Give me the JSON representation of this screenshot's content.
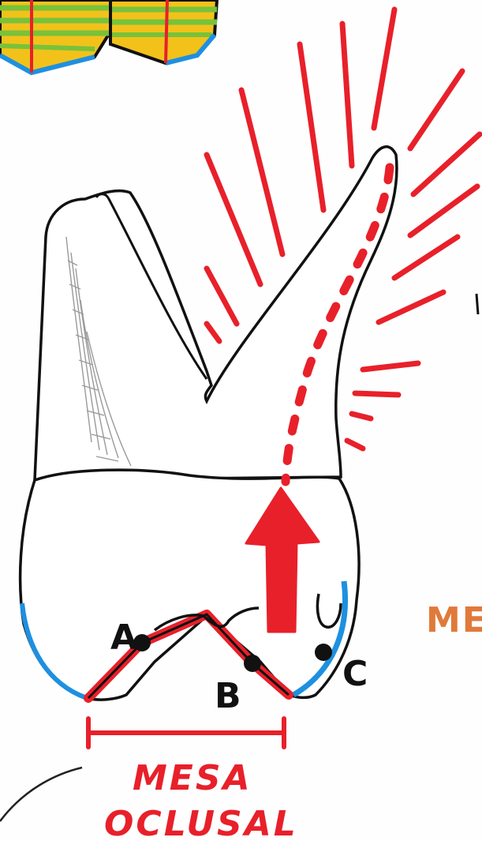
{
  "points": {
    "a": "A",
    "b": "B",
    "c": "C"
  },
  "table_label": {
    "line1": "MESA",
    "line2": "OCLUSAL"
  },
  "side_label": "MES",
  "colors": {
    "ink": "#111111",
    "red": "#e8202a",
    "blue": "#1e90e0",
    "orange": "#e07a3a",
    "yellow": "#f2c21a",
    "green": "#78c23a",
    "pencil": "#9a9a9a"
  }
}
